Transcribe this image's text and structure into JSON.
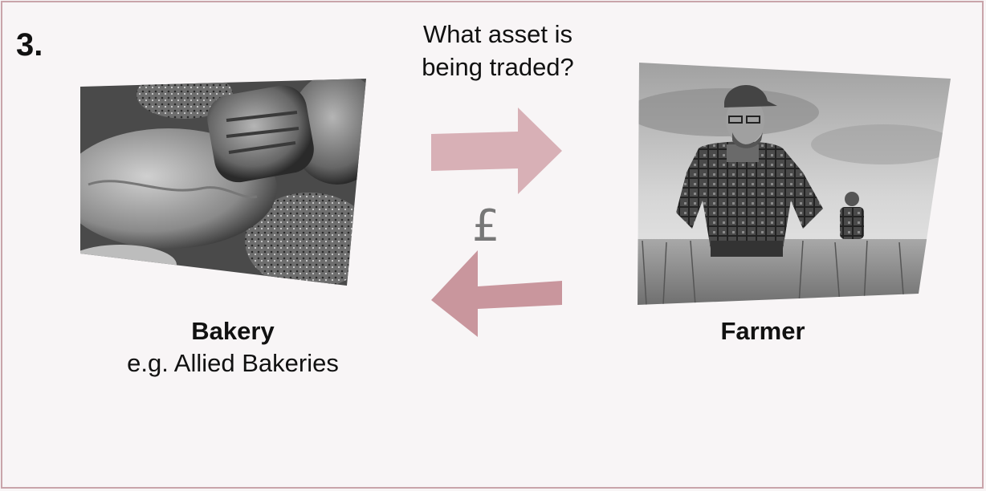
{
  "step_number": "3.",
  "question": {
    "line1": "What asset is",
    "line2": "being traded?"
  },
  "bakery": {
    "name": "Bakery",
    "example": "e.g. Allied Bakeries",
    "image": "bread-loaves-photo"
  },
  "farmer": {
    "name": "Farmer",
    "image": "farmer-in-wheat-field-photo"
  },
  "currency_symbol": "£",
  "colors": {
    "arrow_top": "#d8b0b6",
    "arrow_bottom": "#c9969d",
    "border": "#c9a4aa",
    "background": "#f8f5f6"
  }
}
